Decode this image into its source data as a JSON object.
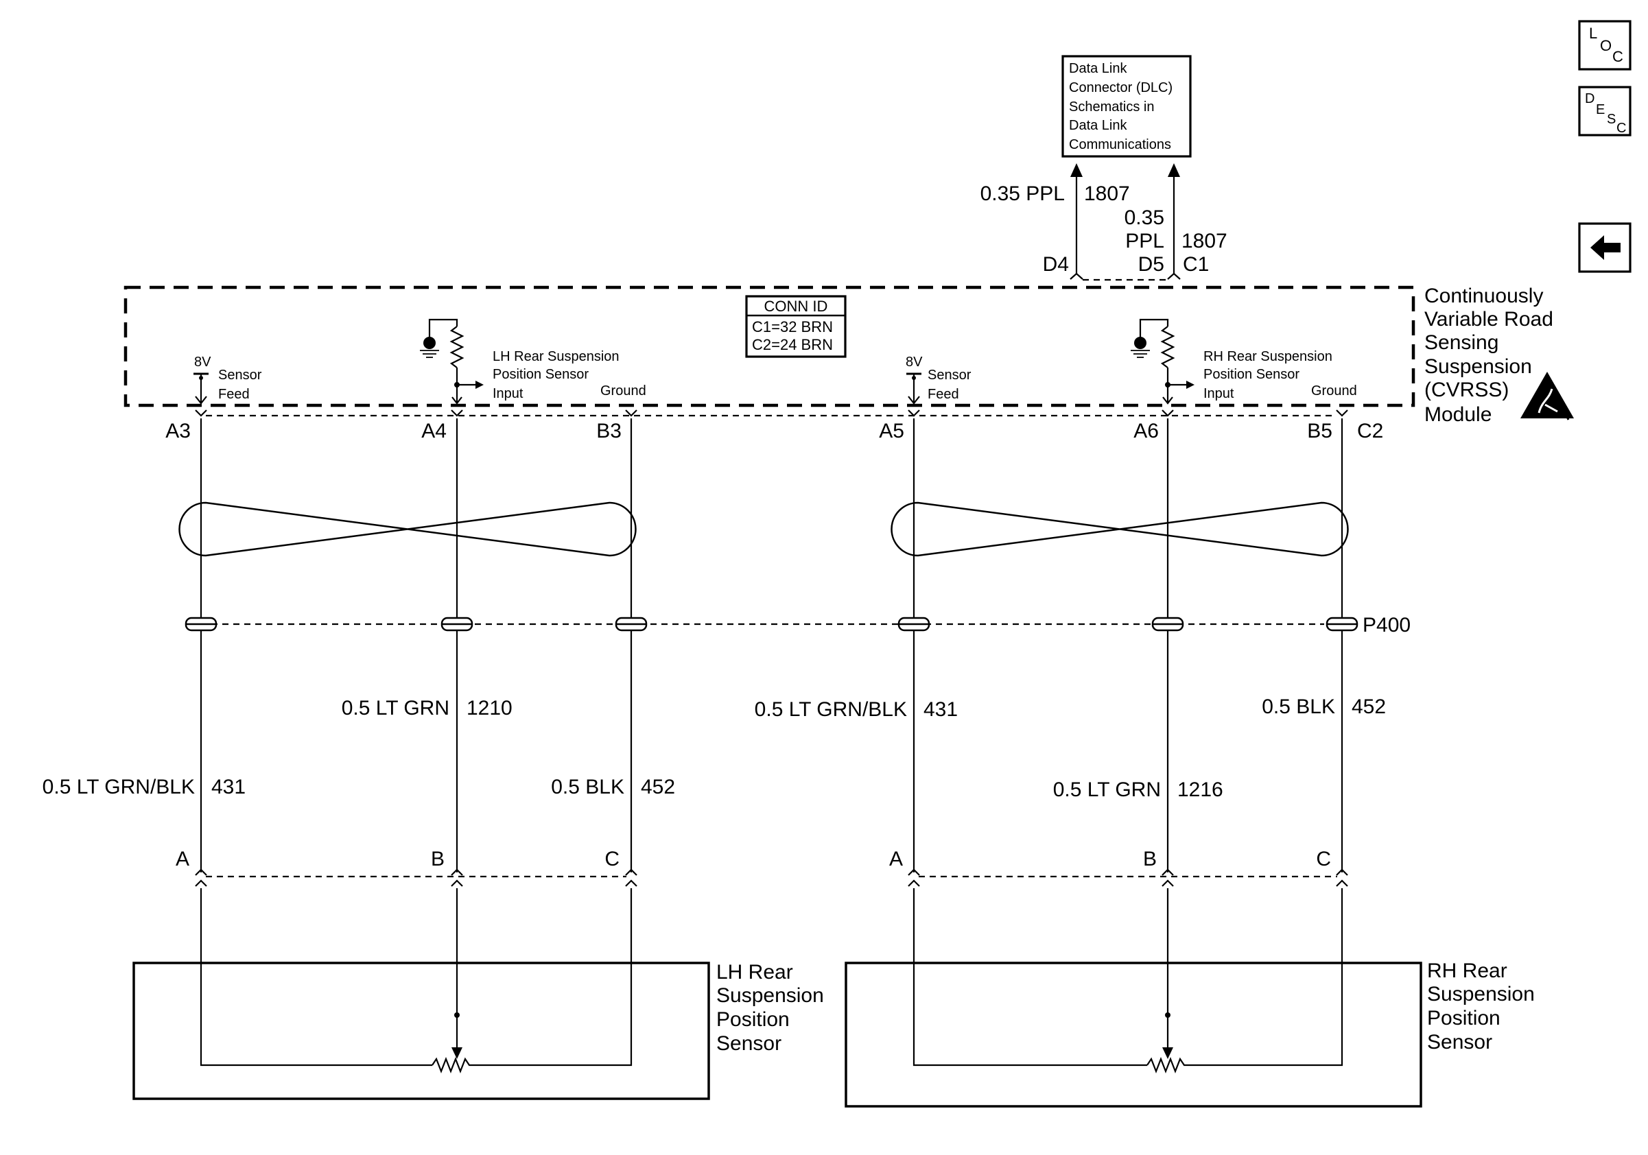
{
  "nav": {
    "loc": [
      "L",
      "O",
      "C"
    ],
    "desc": [
      "D",
      "E",
      "S",
      "C"
    ]
  },
  "dlc": {
    "lines": [
      "Data Link",
      "Connector (DLC)",
      "Schematics in",
      "Data Link",
      "Communications"
    ]
  },
  "dlc_wire1": {
    "label": "0.35 PPL",
    "circuit": "1807",
    "pin": "D4"
  },
  "dlc_wire2": {
    "label_lines": [
      "0.35",
      "PPL"
    ],
    "circuit": "1807",
    "pin": "D5",
    "connector": "C1"
  },
  "module": {
    "name_lines": [
      "Continuously",
      "Variable Road",
      "Sensing",
      "Suspension",
      "(CVRSS)",
      "Module"
    ]
  },
  "conn_id": {
    "title": "CONN ID",
    "lines": [
      "C1=32 BRN",
      "C2=24 BRN"
    ]
  },
  "internal": {
    "voltage": "8V",
    "sensor_feed": [
      "Sensor",
      "Feed"
    ],
    "lh_sensor": [
      "LH Rear Suspension",
      "Position  Sensor"
    ],
    "rh_sensor": [
      "RH Rear Suspension",
      "Position Sensor"
    ],
    "input": "Input",
    "ground": "Ground"
  },
  "module_pins": {
    "lh": [
      "A3",
      "A4",
      "B3"
    ],
    "rh": [
      "A5",
      "A6",
      "B5"
    ],
    "connector": "C2"
  },
  "inline_connector": "P400",
  "wires": {
    "lh_feed": {
      "label": "0.5 LT GRN/BLK",
      "circuit": "431"
    },
    "lh_signal": {
      "label": "0.5 LT GRN",
      "circuit": "1210"
    },
    "lh_ground": {
      "label": "0.5 BLK",
      "circuit": "452"
    },
    "rh_feed": {
      "label": "0.5 LT GRN/BLK",
      "circuit": "431"
    },
    "rh_signal": {
      "label": "0.5 LT GRN",
      "circuit": "1216"
    },
    "rh_ground": {
      "label": "0.5 BLK",
      "circuit": "452"
    }
  },
  "sensor_pins": [
    "A",
    "B",
    "C"
  ],
  "lh_component": {
    "name_lines": [
      "LH Rear",
      "Suspension",
      "Position",
      "Sensor"
    ]
  },
  "rh_component": {
    "name_lines": [
      "RH Rear",
      "Suspension",
      "Position",
      "Sensor"
    ]
  }
}
